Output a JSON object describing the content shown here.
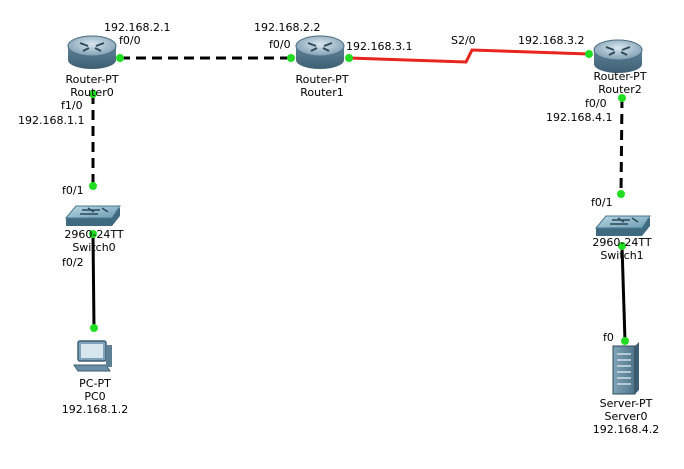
{
  "colors": {
    "ethernet": "#000000",
    "serial": "#e8241c",
    "port_up": "#22dd22",
    "router_body": "#6b8fa6",
    "switch_body": "#5f8ea4"
  },
  "devices": {
    "router0": {
      "type": "Router-PT",
      "name": "Router0",
      "icon": "router-icon"
    },
    "router1": {
      "type": "Router-PT",
      "name": "Router1",
      "icon": "router-icon"
    },
    "router2": {
      "type": "Router-PT",
      "name": "Router2",
      "icon": "router-icon"
    },
    "switch0": {
      "type": "2960-24TT",
      "name": "Switch0",
      "icon": "switch-icon"
    },
    "switch1": {
      "type": "2960-24TT",
      "name": "Switch1",
      "icon": "switch-icon"
    },
    "pc0": {
      "type": "PC-PT",
      "name": "PC0",
      "ip": "192.168.1.2",
      "icon": "pc-icon"
    },
    "server0": {
      "type": "Server-PT",
      "name": "Server0",
      "ip": "192.168.4.2",
      "icon": "server-icon"
    }
  },
  "interfaces": {
    "r0_f00": {
      "port": "f0/0",
      "ip": "192.168.2.1"
    },
    "r0_f10": {
      "port": "f1/0",
      "ip": "192.168.1.1"
    },
    "r1_f00": {
      "port": "f0/0",
      "ip": "192.168.2.2"
    },
    "r1_s": {
      "ip": "192.168.3.1"
    },
    "r2_s20": {
      "port": "S2/0",
      "ip": "192.168.3.2"
    },
    "r2_f00": {
      "port": "f0/0",
      "ip": "192.168.4.1"
    },
    "sw0_f01": {
      "port": "f0/1"
    },
    "sw0_f02": {
      "port": "f0/2"
    },
    "sw1_f01": {
      "port": "f0/1"
    },
    "server_f0": {
      "port": "f0"
    }
  }
}
